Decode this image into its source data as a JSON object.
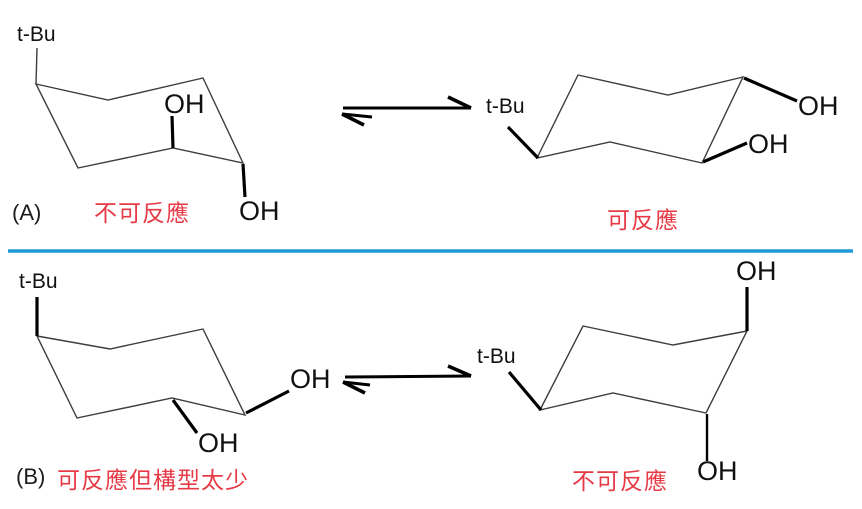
{
  "colors": {
    "divider_blue": "#1c9ad6",
    "caption_red": "#e63a46",
    "bond_black": "#000000",
    "skeleton_gray": "#3d3d3d"
  },
  "panels": [
    {
      "label": "(A)",
      "left": {
        "substituent": "t-Bu",
        "oh_labels": [
          "OH",
          "OH"
        ],
        "caption": "不可反應"
      },
      "right": {
        "substituent": "t-Bu",
        "oh_labels": [
          "OH",
          "OH"
        ],
        "caption": "可反應"
      }
    },
    {
      "label": "(B)",
      "left": {
        "substituent": "t-Bu",
        "oh_labels": [
          "OH",
          "OH"
        ],
        "caption": "可反應但構型太少"
      },
      "right": {
        "substituent": "t-Bu",
        "oh_labels": [
          "OH",
          "OH"
        ],
        "caption": "不可反應"
      }
    }
  ]
}
